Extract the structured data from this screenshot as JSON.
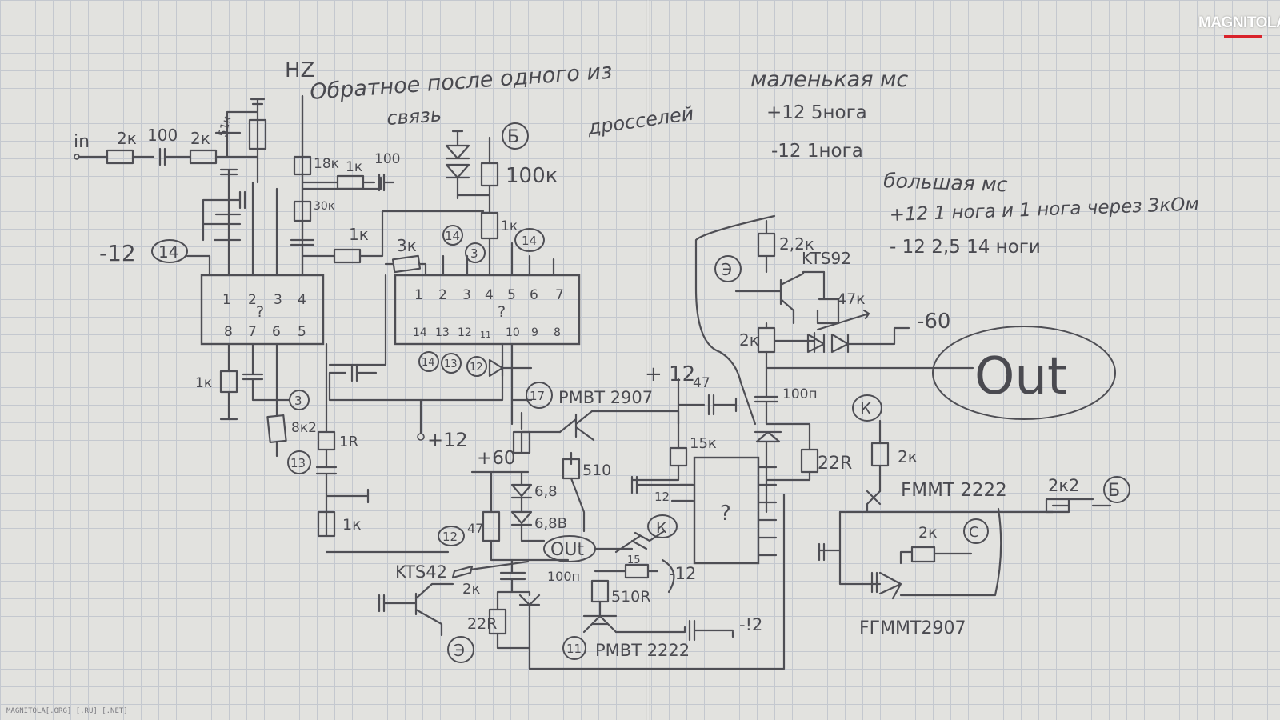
{
  "sheet": {
    "notes": {
      "nz": "НZ",
      "feedback_line1": "Обратное после одного из",
      "feedback_line2": "связь",
      "feedback_line3": "дросселей",
      "small_ic_title": "маленькая мс",
      "small_ic_pos": "+12  5нога",
      "small_ic_neg": "-12  1нога",
      "big_ic_title": "большая мс",
      "big_ic_pos": "+12 1 нога и 1 нога через 3кОм",
      "big_ic_neg": "- 12  2,5 14 ноги"
    },
    "labels": {
      "in": "in",
      "r_in": "2к",
      "c_in": "100",
      "r2k_top": "2к",
      "r51k": "51к",
      "r18k": "18к",
      "r1k_fb": "1к",
      "c100_fb": "100",
      "r30k": "30к",
      "r1k_mid": "1к",
      "r3k": "3к",
      "r100k": "100к",
      "r1k_right": "1к",
      "b_circle": "Б",
      "minus12": "-12",
      "pin14": "14",
      "ic1_top": [
        "1",
        "2",
        "3",
        "4"
      ],
      "ic1_bottom": [
        "8",
        "7",
        "6",
        "5"
      ],
      "ic1_q": "?",
      "ic2_top": [
        "1",
        "2",
        "3",
        "4",
        "5",
        "6",
        "7"
      ],
      "ic2_bottom": [
        "14",
        "13",
        "12",
        "11",
        "10",
        "9",
        "8"
      ],
      "ic2_q": "?",
      "pin14_b": "14",
      "pin3_b": "3",
      "pin14_c": "14",
      "pin14_d": "14",
      "pin13_d": "13",
      "pin12_d": "12",
      "r1k_left": "1к",
      "pin3_c": "3",
      "r8k2": "8к2",
      "pin13_c": "13",
      "r1r": "1R",
      "plus12_mid": "+12",
      "r1k_low": "1к",
      "pin12_low": "12",
      "pin17": "17",
      "pmbt2907": "PMBT 2907",
      "plus12_right": "+ 12",
      "c47": "47",
      "r15k": "15к",
      "plus60": "+60",
      "r510": "510",
      "z68a": "6,8",
      "z68b": "6,8В",
      "r47": "47",
      "c12": "12",
      "k_circle": "К",
      "out_small": "OUt",
      "c15": "15",
      "minus12_b": "-12",
      "ic3_q": "?",
      "kts42": "KTS42",
      "r2k_kts": "2к",
      "c100n": "100п",
      "r510r": "510R",
      "r22r_left": "22R",
      "e_circle": "Э",
      "pin11": "11",
      "pmbt2222": "PMBT 2222",
      "minus12_c": "-!2",
      "e_circle_r": "Э",
      "r2_2k": "2,2к",
      "kts92": "KTS92",
      "r47k": "47к",
      "minus60": "-60",
      "r2k_right": "2к",
      "out_big": "Out",
      "c100n_r": "100п",
      "r22r_right": "22R",
      "k_circle_r": "К",
      "r2k_k": "2к",
      "fmmt2222": "FMMT 2222",
      "r2k2": "2к2",
      "b_circle_r": "Б",
      "r2k_c": "2к",
      "c_circle": "С",
      "fmmt2907": "FГММТ2907"
    },
    "logo": "MAGNITOLA",
    "watermark": "MAGNITOLA[.ORG] [.RU] [.NET]"
  }
}
